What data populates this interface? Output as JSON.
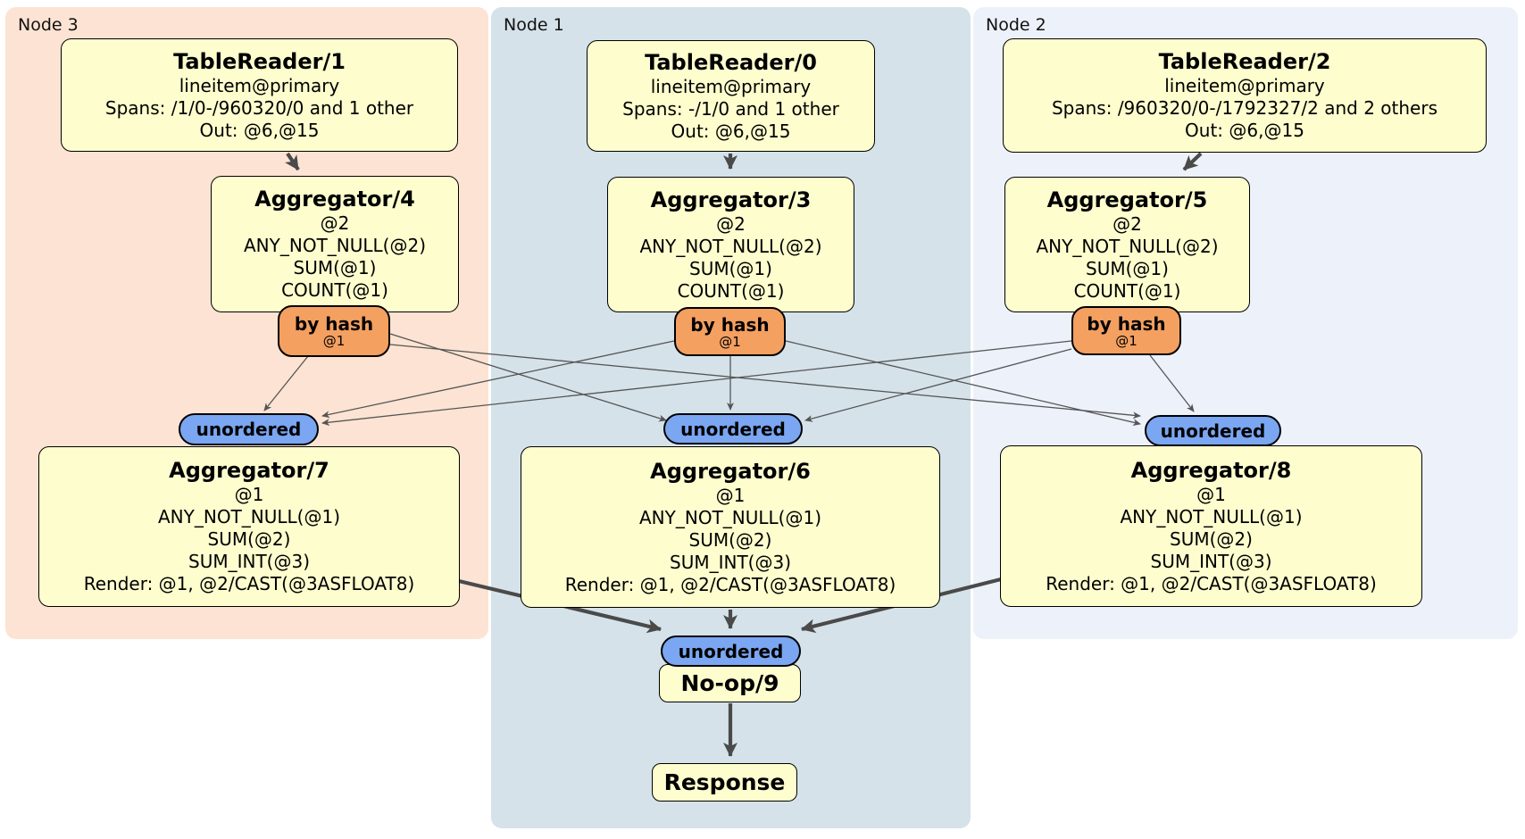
{
  "regions": {
    "node3": {
      "label": "Node 3",
      "color": "#fce3d3"
    },
    "node1": {
      "label": "Node 1",
      "color": "#d5e2ea"
    },
    "node2": {
      "label": "Node 2",
      "color": "#edf1fa"
    }
  },
  "processors": {
    "tr1": {
      "title": "TableReader/1",
      "lines": [
        "lineitem@primary",
        "Spans: /1/0-/960320/0 and 1 other",
        "Out: @6,@15"
      ]
    },
    "tr0": {
      "title": "TableReader/0",
      "lines": [
        "lineitem@primary",
        "Spans: -/1/0 and 1 other",
        "Out: @6,@15"
      ]
    },
    "tr2": {
      "title": "TableReader/2",
      "lines": [
        "lineitem@primary",
        "Spans: /960320/0-/1792327/2 and 2 others",
        "Out: @6,@15"
      ]
    },
    "agg4": {
      "title": "Aggregator/4",
      "lines": [
        "@2",
        "ANY_NOT_NULL(@2)",
        "SUM(@1)",
        "COUNT(@1)"
      ]
    },
    "agg3": {
      "title": "Aggregator/3",
      "lines": [
        "@2",
        "ANY_NOT_NULL(@2)",
        "SUM(@1)",
        "COUNT(@1)"
      ]
    },
    "agg5": {
      "title": "Aggregator/5",
      "lines": [
        "@2",
        "ANY_NOT_NULL(@2)",
        "SUM(@1)",
        "COUNT(@1)"
      ]
    },
    "agg7": {
      "title": "Aggregator/7",
      "lines": [
        "@1",
        "ANY_NOT_NULL(@1)",
        "SUM(@2)",
        "SUM_INT(@3)",
        "Render: @1, @2/CAST(@3ASFLOAT8)"
      ]
    },
    "agg6": {
      "title": "Aggregator/6",
      "lines": [
        "@1",
        "ANY_NOT_NULL(@1)",
        "SUM(@2)",
        "SUM_INT(@3)",
        "Render: @1, @2/CAST(@3ASFLOAT8)"
      ]
    },
    "agg8": {
      "title": "Aggregator/8",
      "lines": [
        "@1",
        "ANY_NOT_NULL(@1)",
        "SUM(@2)",
        "SUM_INT(@3)",
        "Render: @1, @2/CAST(@3ASFLOAT8)"
      ]
    },
    "noop9": {
      "title": "No-op/9"
    },
    "response": {
      "title": "Response"
    }
  },
  "routers": {
    "by_hash": {
      "label": "by hash",
      "tag": "@1"
    },
    "unordered": {
      "label": "unordered"
    }
  },
  "colors": {
    "box_fill": "#fdfdce",
    "by_hash_fill": "#f4a061",
    "unordered_fill": "#7aa6f2",
    "edge_thin": "#555555",
    "edge_thick": "#4a4a4a"
  }
}
